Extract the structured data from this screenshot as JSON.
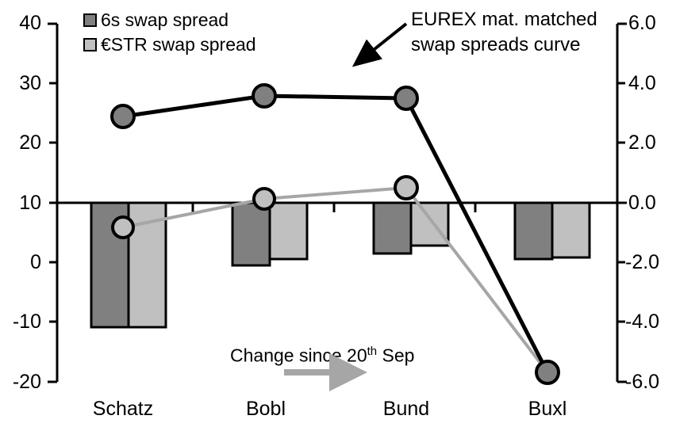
{
  "chart_data": {
    "type": "bar",
    "title": "",
    "categories": [
      "Schatz",
      "Bobl",
      "Bund",
      "Buxl"
    ],
    "series": [
      {
        "name": "6s swap spread",
        "axis": "right",
        "type": "bar",
        "color": "#808080",
        "values": [
          -4.18,
          -2.1,
          -1.7,
          -1.9
        ]
      },
      {
        "name": "€STR swap spread",
        "axis": "right",
        "type": "bar",
        "color": "#c0c0c0",
        "values": [
          -4.18,
          -1.9,
          -1.45,
          -1.85
        ]
      },
      {
        "name": "EUREX mat. matched swap spreads curve",
        "axis": "left",
        "type": "line",
        "color": "#808080",
        "line_color": "#000000",
        "values": [
          24.5,
          28.0,
          27.4,
          -18.4
        ]
      },
      {
        "name": "Change since 20th Sep",
        "axis": "left",
        "type": "line",
        "color": "#c0c0c0",
        "line_color": "#a6a6a6",
        "values": [
          5.9,
          10.6,
          12.5,
          -18.4
        ]
      }
    ],
    "ylabel_left": "",
    "ylabel_right": "",
    "ylim_left": [
      -20,
      40
    ],
    "ylim_right": [
      -6.0,
      6.0
    ],
    "yticks_left": [
      "40",
      "30",
      "20",
      "10",
      "0",
      "-10",
      "-20"
    ],
    "yticks_right": [
      "6.0",
      "4.0",
      "2.0",
      "0.0",
      "-2.0",
      "-4.0",
      "-6.0"
    ],
    "grid": false,
    "legend_position": "top-left",
    "zero_line_left_value": "10",
    "zero_line_right_value": "0.0"
  },
  "legend": {
    "items": [
      {
        "label": "6s swap spread",
        "color": "#808080",
        "name": "legend-6s-swap-spread"
      },
      {
        "label": "€STR swap spread",
        "color": "#c0c0c0",
        "name": "legend-estr-swap-spread"
      }
    ]
  },
  "annotations": {
    "curve_note_line1": "EUREX mat. matched",
    "curve_note_line2": "swap spreads curve",
    "change_note_prefix": "Change since 20",
    "change_note_sup": "th",
    "change_note_suffix": " Sep"
  },
  "axes": {
    "left_ticks": [
      "40",
      "30",
      "20",
      "10",
      "0",
      "-10",
      "-20"
    ],
    "right_ticks": [
      "6.0",
      "4.0",
      "2.0",
      "0.0",
      "-2.0",
      "-4.0",
      "-6.0"
    ],
    "categories": [
      "Schatz",
      "Bobl",
      "Bund",
      "Buxl"
    ]
  },
  "colors": {
    "dark_bar": "#808080",
    "light_bar": "#c0c0c0",
    "dark_line": "#000000",
    "light_line": "#a6a6a6",
    "axis": "#000000"
  }
}
